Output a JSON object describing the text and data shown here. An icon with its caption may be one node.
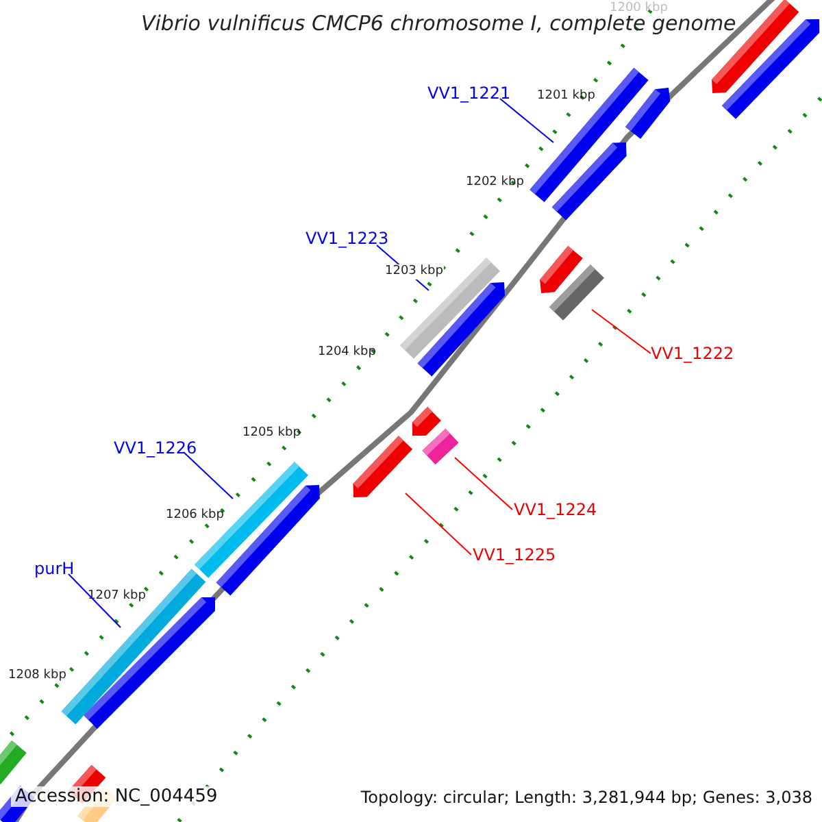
{
  "diagram": {
    "title": "Vibrio vulnificus CMCP6 chromosome I, complete genome",
    "nodes": [
      {
        "text": [
          "VV1_1221"
        ]
      },
      {
        "text": [],
        "shape": "bar"
      },
      {
        "text": [
          "VV1_1223"
        ]
      },
      {
        "text": [],
        "shape": "bar"
      },
      {
        "text": [
          "VV1_1222"
        ]
      },
      {
        "text": [],
        "shape": "bar"
      },
      {
        "text": [
          "VV1_1226"
        ]
      },
      {
        "text": [],
        "shape": "bar"
      },
      {
        "text": [
          "VV1_1224"
        ]
      },
      {
        "text": [],
        "shape": "bar"
      },
      {
        "text": [
          "VV1_1225"
        ]
      },
      {
        "text": [],
        "shape": "bar"
      },
      {
        "text": [
          "purH"
        ]
      },
      {
        "text": [],
        "shape": "bar"
      }
    ],
    "edges": [
      {
        "from": 0,
        "to": 1,
        "arrow": "none"
      },
      {
        "from": 2,
        "to": 3,
        "arrow": "none"
      },
      {
        "from": 4,
        "to": 5,
        "arrow": "none",
        "color": "#ff0000"
      },
      {
        "from": 6,
        "to": 7,
        "arrow": "none"
      },
      {
        "from": 8,
        "to": 9,
        "arrow": "none",
        "color": "#ff0000"
      },
      {
        "from": 10,
        "to": 11,
        "arrow": "none",
        "color": "#ff0000"
      },
      {
        "from": 12,
        "to": 13,
        "arrow": "none"
      }
    ],
    "labels": [
      "1200 kbp",
      "1201 kbp",
      "1202 kbp",
      "1203 kbp",
      "1204 kbp",
      "1205 kbp",
      "1206 kbp",
      "1207 kbp",
      "1208 kbp",
      "Accession: NC_004459",
      "Topology: circular; Length: 3,281,944 bp; Genes: 3,038"
    ]
  }
}
